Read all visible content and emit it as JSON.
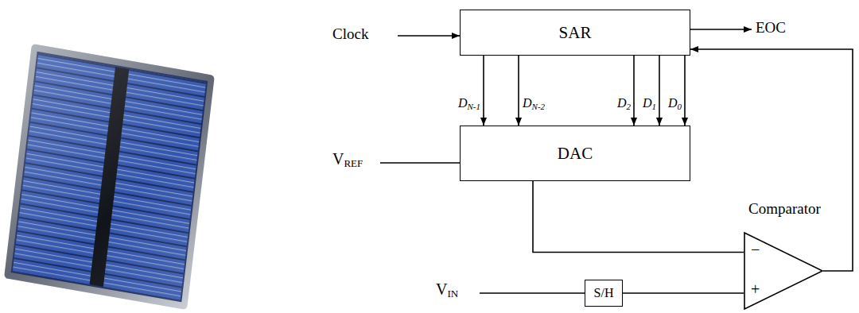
{
  "diagram": {
    "nodes": [
      {
        "text": [
          "SAR"
        ]
      },
      {
        "text": [
          "DAC"
        ]
      },
      {
        "text": [
          "Comparator",
          "−",
          "+"
        ]
      },
      {
        "text": [
          "S/H"
        ]
      }
    ],
    "edges": [
      {
        "from": 0,
        "to": 1,
        "arrow": "to",
        "label": "DN-1"
      },
      {
        "from": 0,
        "to": 1,
        "arrow": "to",
        "label": "DN-2"
      },
      {
        "from": 0,
        "to": 1,
        "arrow": "to",
        "label": "D2"
      },
      {
        "from": 0,
        "to": 1,
        "arrow": "to",
        "label": "D1"
      },
      {
        "from": 0,
        "to": 1,
        "arrow": "to",
        "label": "D0"
      },
      {
        "from": 1,
        "to": 2,
        "arrow": "none"
      },
      {
        "from": 3,
        "to": 2,
        "arrow": "none"
      },
      {
        "from": 2,
        "to": 0,
        "arrow": "to"
      }
    ],
    "labels": [
      "Clock",
      "EOC",
      "VREF",
      "VIN"
    ]
  }
}
